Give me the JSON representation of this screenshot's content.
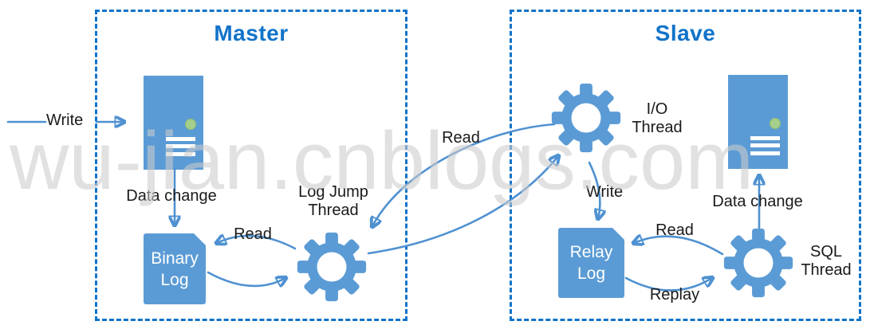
{
  "watermark": {
    "text": "wu-jian.cnblogs.com"
  },
  "colors": {
    "shape_blue": "#5b9bd5",
    "border_title_blue": "#1173c9",
    "arrow_blue": "#4f91d1",
    "status_green": "#a6ce8c",
    "label_black": "#1a1a1a",
    "watermark_gray": "#e6e6e6"
  },
  "master": {
    "title": "Master",
    "write_label": "Write",
    "data_change_label": "Data change",
    "binary_log_label": "Binary\nLog",
    "read_label": "Read",
    "log_jump_thread_label": "Log Jump\nThread"
  },
  "link": {
    "read_label": "Read"
  },
  "slave": {
    "title": "Slave",
    "io_thread_label": "I/O\nThread",
    "write_label": "Write",
    "relay_log_label": "Relay\nLog",
    "read_label": "Read",
    "replay_label": "Replay",
    "sql_thread_label": "SQL\nThread",
    "data_change_label": "Data change"
  }
}
